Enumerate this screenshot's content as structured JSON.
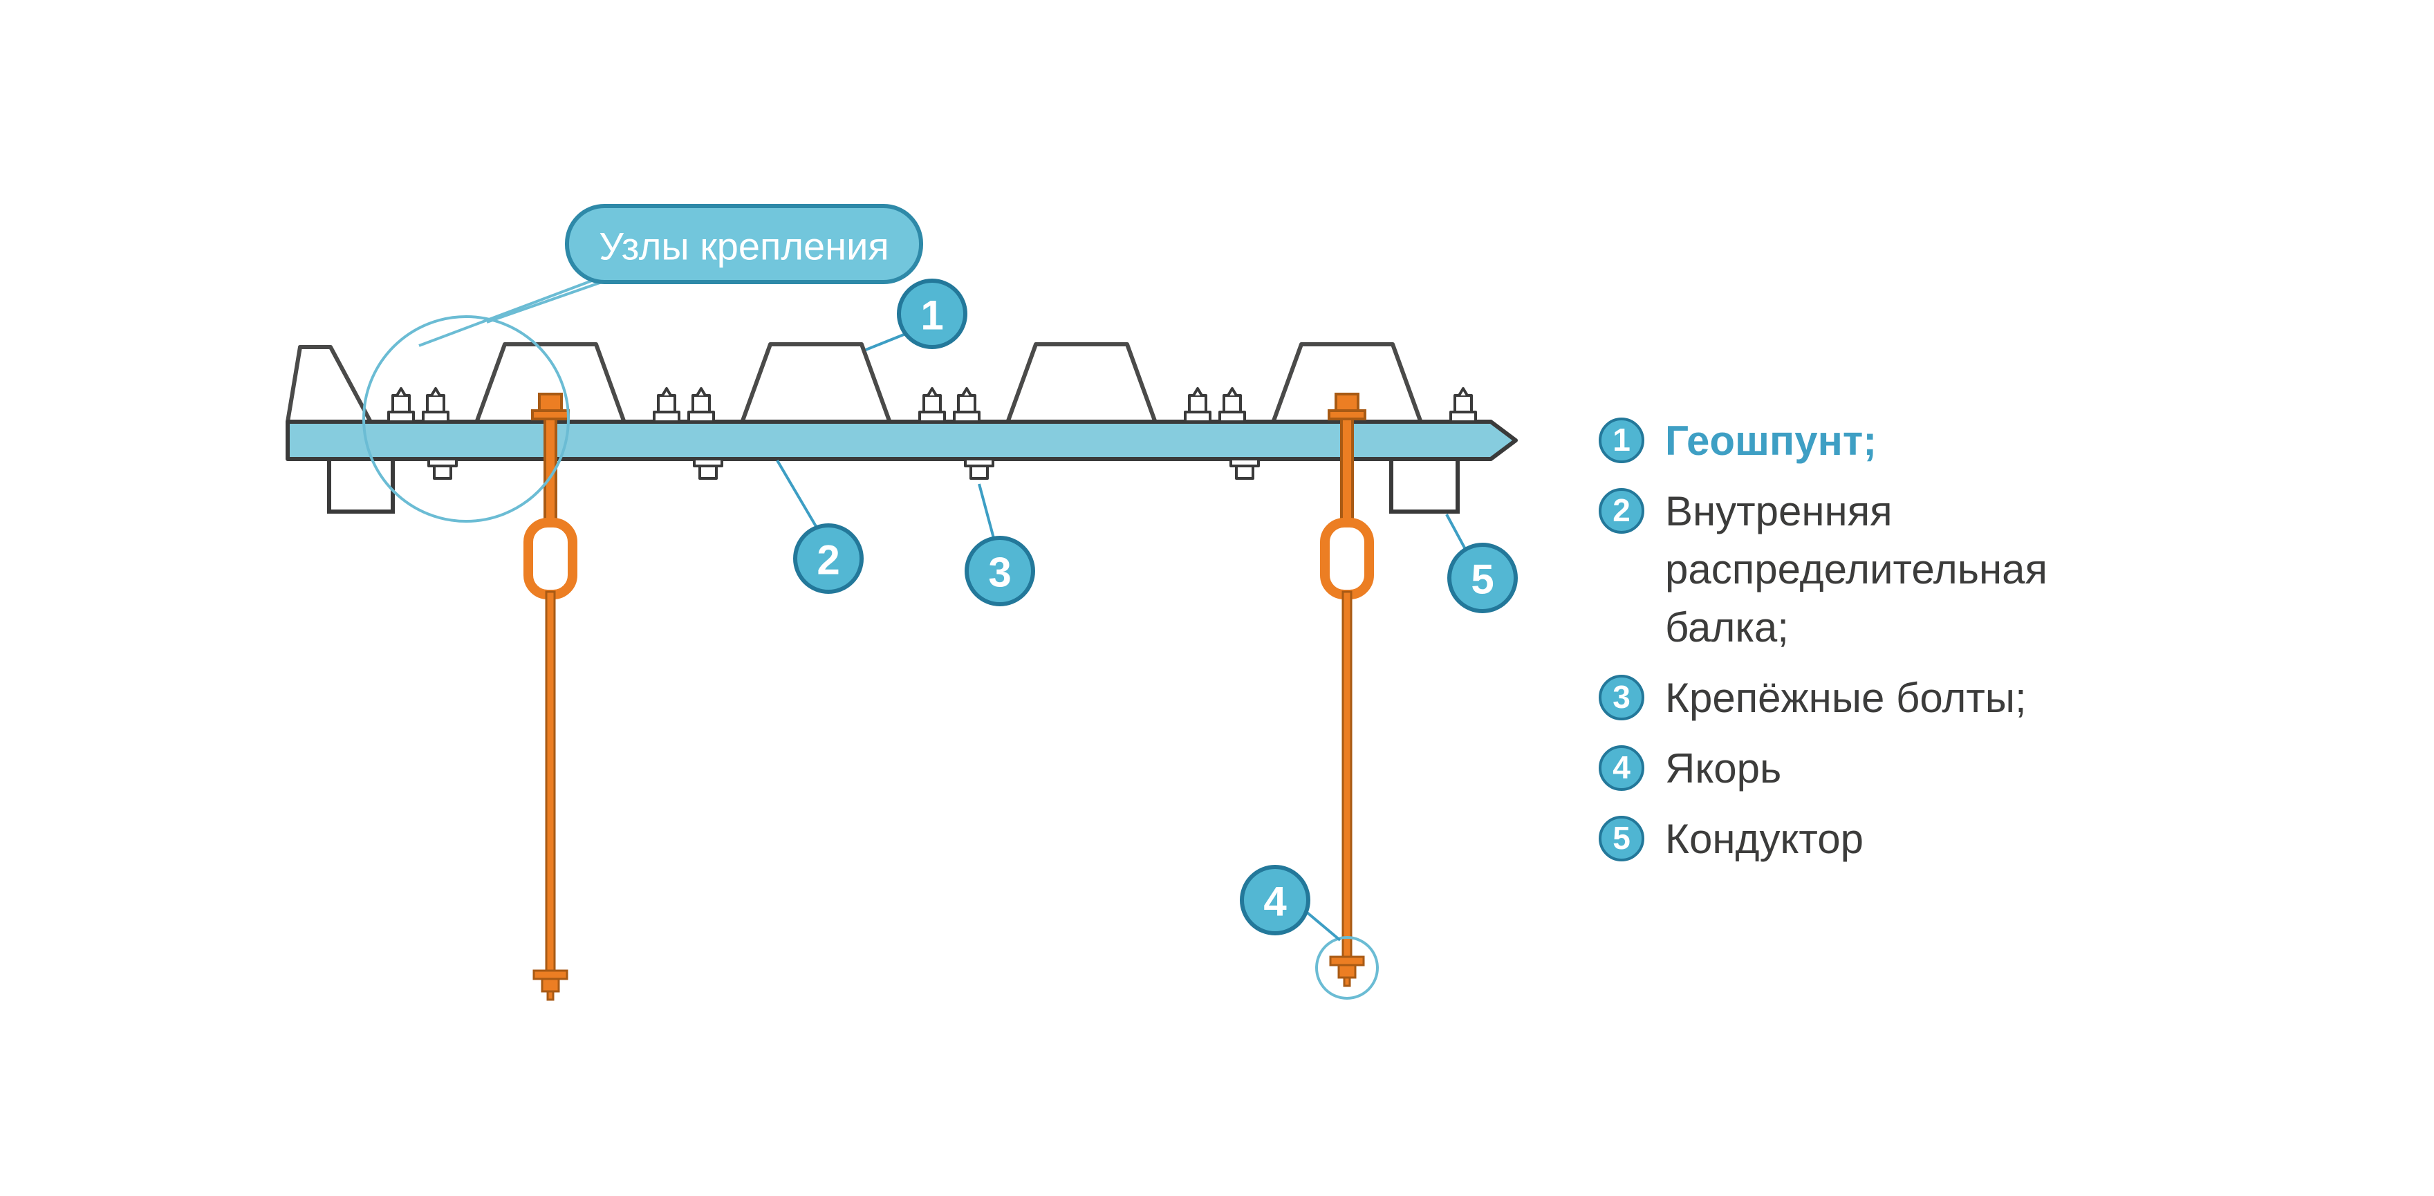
{
  "diagram": {
    "callout_label": "Узлы крепления",
    "badge_labels": [
      "1",
      "2",
      "3",
      "4",
      "5"
    ]
  },
  "legend": {
    "items": [
      {
        "num": "1",
        "label": "Геошпунт;"
      },
      {
        "num": "2",
        "label": "Внутренняя распределительная балка;"
      },
      {
        "num": "3",
        "label": "Крепёжные болты;"
      },
      {
        "num": "4",
        "label": "Якорь"
      },
      {
        "num": "5",
        "label": "Кондуктор"
      }
    ]
  },
  "colors": {
    "teal_fill": "#53B7D3",
    "teal_stroke": "#23789A",
    "teal_light_line": "#6BBCD4",
    "beam_fill": "#86CCDE",
    "outline_dark": "#3A3A3A",
    "outline_gray": "#4A4A49",
    "orange": "#EC7E23",
    "orange_dark": "#A85A14",
    "text_dark": "#3C3C3B",
    "text_accent": "#3E9FC4"
  }
}
